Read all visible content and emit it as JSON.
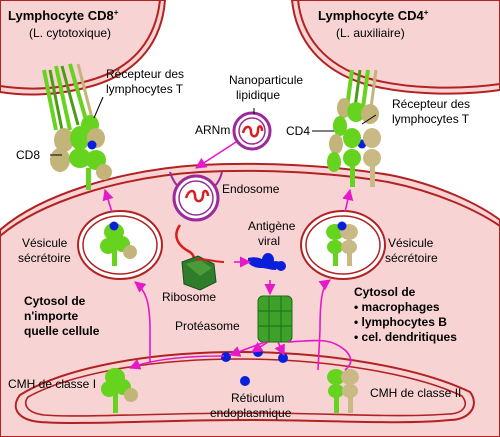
{
  "labels": {
    "cd8_cell_title": "Lymphocyte CD8",
    "cd8_cell_title_sup": "+",
    "cd8_cell_subtitle": "(L. cytotoxique)",
    "cd4_cell_title": "Lymphocyte CD4",
    "cd4_cell_title_sup": "+",
    "cd4_cell_subtitle": "(L. auxiliaire)",
    "tcr_left_line1": "Récepteur des",
    "tcr_left_line2": "lymphocytes T",
    "tcr_right_line1": "Récepteur des",
    "tcr_right_line2": "lymphocytes T",
    "nano_line1": "Nanoparticule",
    "nano_line2": "lipidique",
    "arnm": "ARNm",
    "cd8": "CD8",
    "cd4": "CD4",
    "endosome": "Endosome",
    "antigen_line1": "Antigène",
    "antigen_line2": "viral",
    "vesicle_left_line1": "Vésicule",
    "vesicle_left_line2": "sécrétoire",
    "vesicle_right_line1": "Vésicule",
    "vesicle_right_line2": "sécrétoire",
    "ribosome": "Ribosome",
    "proteasome": "Protéasome",
    "cytosol_left_line1": "Cytosol de",
    "cytosol_left_line2": "n'importe",
    "cytosol_left_line3": "quelle cellule",
    "cytosol_right_line1": "Cytosol de",
    "cytosol_right_line2": "• macrophages",
    "cytosol_right_line3": "• lymphocytes B",
    "cytosol_right_line4": "• cel. dendritiques",
    "mhc1": "CMH de classe I",
    "mhc2": "CMH de classe II",
    "er_line1": "Réticulum",
    "er_line2": "endoplasmique"
  },
  "colors": {
    "cell_fill": "#f7d3d3",
    "membrane": "#b22222",
    "arrow": "#e619c8",
    "green_light": "#66d31f",
    "green_dark": "#4a9c12",
    "olive": "#c3b57a",
    "olive_dark": "#a0914f",
    "mhc2_tan": "#c9b985",
    "antigen_blue": "#0a1fdc",
    "proteasome_green": "#3da12a",
    "ribosome_green": "#2f7d2a",
    "mrna_red": "#d81e1e",
    "nano_purple": "#9b2a9b"
  }
}
